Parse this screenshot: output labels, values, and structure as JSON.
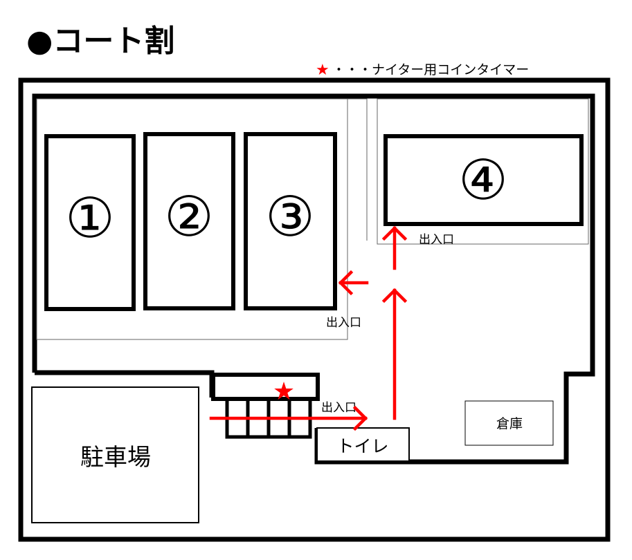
{
  "title": "●コート割",
  "legend": {
    "star_symbol": "★",
    "text": "・・・ナイター用コインタイマー"
  },
  "courts": [
    {
      "label": "①"
    },
    {
      "label": "②"
    },
    {
      "label": "③"
    },
    {
      "label": "④"
    }
  ],
  "entrances": {
    "court4": "出入口",
    "courts123": "出入口",
    "main": "出入口"
  },
  "facilities": {
    "parking": "駐車場",
    "toilet": "トイレ",
    "storage": "倉庫"
  },
  "colors": {
    "wall": "#000000",
    "arrow": "#ff0000",
    "timer_star": "#ff0000",
    "thin_line": "#666666"
  }
}
